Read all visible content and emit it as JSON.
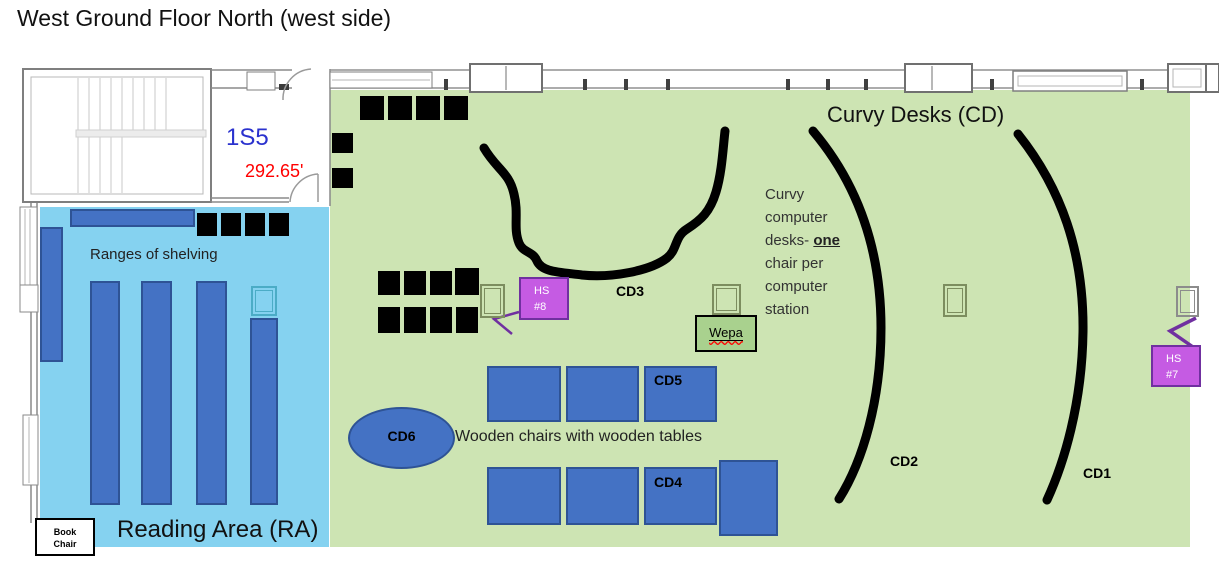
{
  "title": "West Ground Floor North (west side)",
  "stairwell": {
    "room_id": "1S5",
    "measurement": "292.65'"
  },
  "reading_area": {
    "name": "Reading Area (RA)",
    "shelving": "Ranges of shelving",
    "book_chair": {
      "line1": "Book",
      "line2": "Chair"
    }
  },
  "curvy_area": {
    "heading": "Curvy Desks (CD)",
    "note": {
      "before": "Curvy computer desks-",
      "emphasis": "one",
      "after": "chair per computer station"
    },
    "wooden": "Wooden chairs with wooden tables",
    "cd1": "CD1",
    "cd2": "CD2",
    "cd3": "CD3",
    "cd4": "CD4",
    "cd5": "CD5",
    "cd6": "CD6"
  },
  "equipment": {
    "wepa": "Wepa",
    "hs8": {
      "line1": "HS",
      "line2": "#8"
    },
    "hs7": {
      "line1": "HS",
      "line2": "#7"
    }
  },
  "colors": {
    "reading_area_bg": "#85D2F0",
    "curvy_area_bg": "#CDE4B3",
    "furniture_blue": "#4472C4",
    "hotspot_purple": "#C55BE3",
    "hotspot_border": "#7030A0",
    "wepa_green": "#A9D18E",
    "desk_line": "#000000",
    "room_id_blue": "#2B32CE",
    "measurement_red": "#FF0000"
  }
}
